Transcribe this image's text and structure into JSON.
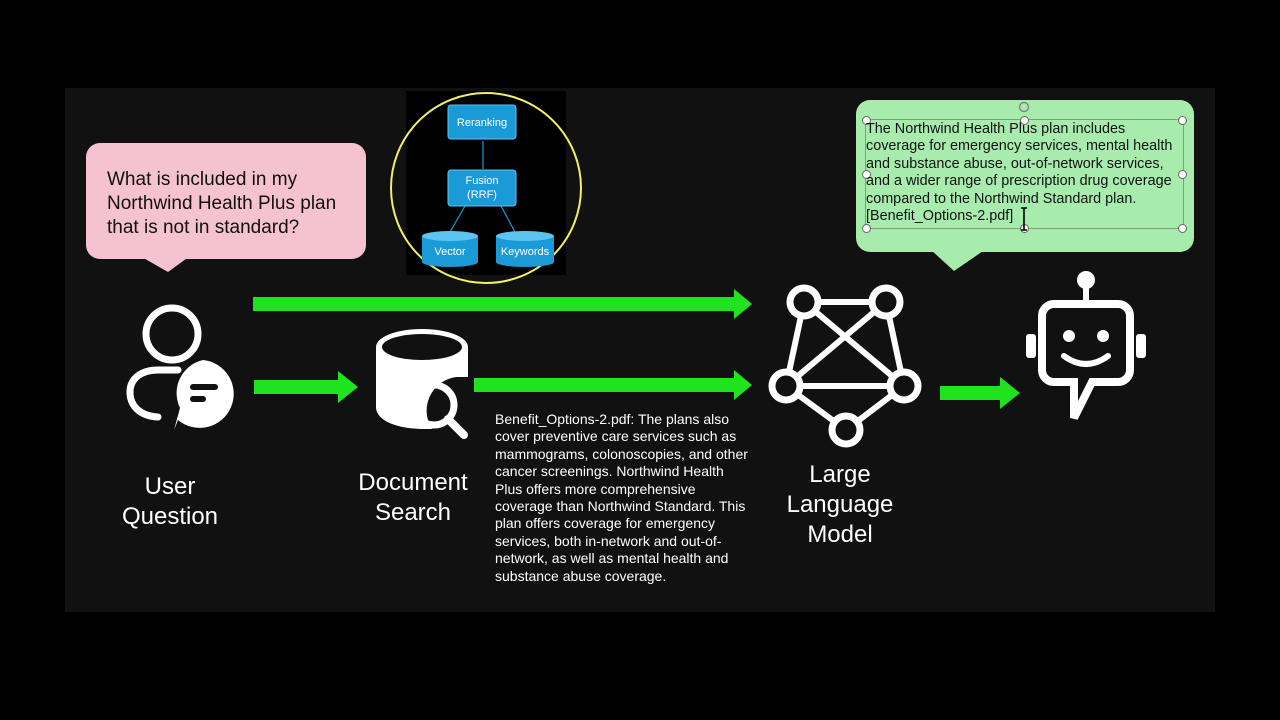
{
  "question": {
    "lines": [
      "What is included in my",
      "Northwind Health Plus plan",
      "that is not in standard?"
    ]
  },
  "answer": {
    "lines": [
      "The Northwind Health Plus plan includes",
      "coverage for emergency services, mental health",
      "and substance abuse, out-of-network services,",
      "and a wider range of prescription drug coverage",
      "compared to the Northwind Standard plan.",
      "[Benefit_Options-2.pdf]"
    ]
  },
  "labels": {
    "user": [
      "User",
      "Question"
    ],
    "search": [
      "Document",
      "Search"
    ],
    "llm": [
      "Large",
      "Language",
      "Model"
    ]
  },
  "snippet": {
    "text": "Benefit_Options-2.pdf:  The plans also cover preventive care services such as mammograms, colonoscopies, and other cancer screenings. Northwind Health Plus offers more comprehensive coverage than Northwind Standard. This plan offers coverage for emergency services, both in-network and out-of-network, as well as mental health and substance abuse coverage."
  },
  "inset": {
    "reranking": "Reranking",
    "fusion": "Fusion",
    "fusion_sub": "(RRF)",
    "vector": "Vector",
    "keywords": "Keywords"
  },
  "colors": {
    "arrow": "#1fe31f",
    "question_bubble": "#f5c2d1",
    "answer_bubble": "#a8ecad",
    "inset_box": "#1a9bd7",
    "highlight_circle": "#f2ef6a"
  }
}
